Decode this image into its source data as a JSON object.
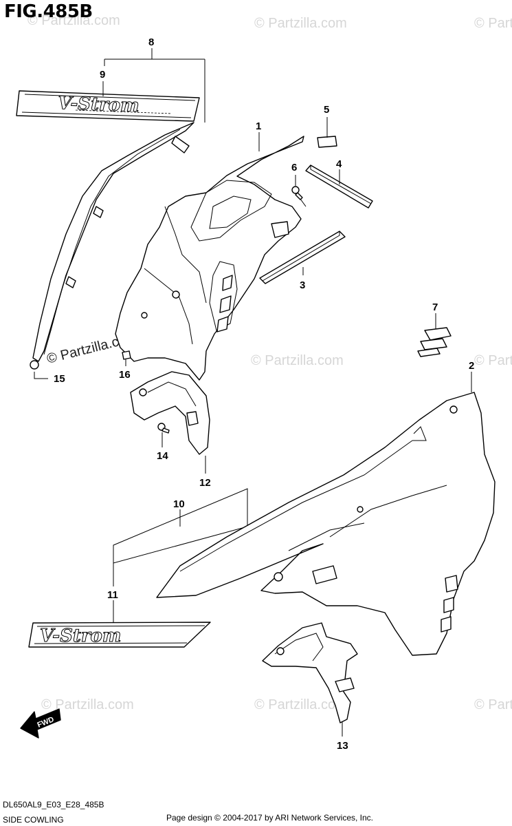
{
  "figure": {
    "title": "FIG.485B",
    "model_code": "DL650AL9_E03_E28_485B",
    "section_name": "SIDE COWLING",
    "copyright": "Page design © 2004-2017 by ARI Network Services, Inc."
  },
  "watermark": {
    "text": "© Partzilla.com",
    "color": "#d6d6d6"
  },
  "decal_text": "V-Strom",
  "fwd_label": "FWD",
  "callouts": [
    "1",
    "2",
    "3",
    "4",
    "5",
    "6",
    "7",
    "8",
    "9",
    "10",
    "11",
    "12",
    "13",
    "14",
    "15",
    "16"
  ]
}
